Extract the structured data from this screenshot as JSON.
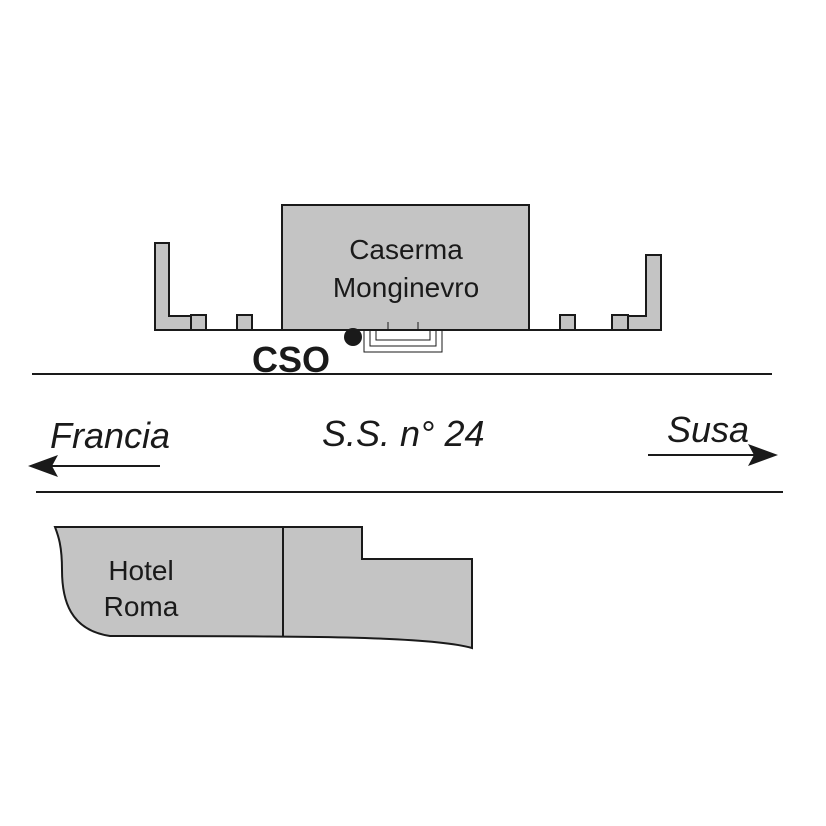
{
  "map": {
    "building_top": {
      "line1": "Caserma",
      "line2": "Monginevro"
    },
    "marker": {
      "label": "CSO"
    },
    "road": {
      "name": "S.S. n° 24",
      "left_direction": "Francia",
      "right_direction": "Susa"
    },
    "building_bottom": {
      "line1": "Hotel",
      "line2": "Roma"
    }
  },
  "colors": {
    "building_fill": "#c4c4c4",
    "outline": "#1a1a1a",
    "background": "#ffffff"
  }
}
